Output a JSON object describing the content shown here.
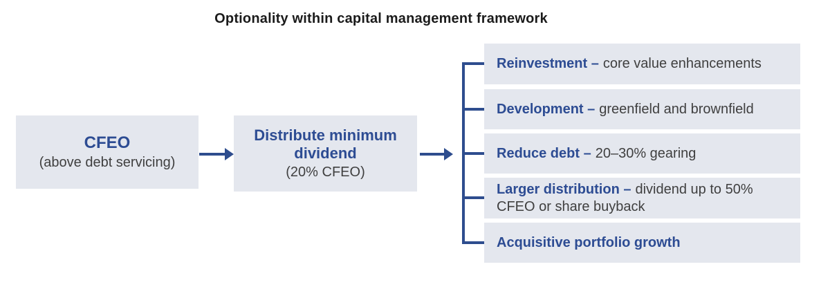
{
  "title": "Optionality within capital management framework",
  "flow": {
    "source_box": {
      "title": "CFEO",
      "subtitle": "(above debt servicing)"
    },
    "middle_box": {
      "title": "Distribute minimum dividend",
      "subtitle": "(20% CFEO)"
    }
  },
  "options": [
    {
      "label": "Reinvestment –",
      "description": "core value enhancements"
    },
    {
      "label": "Development –",
      "description": "greenfield and brownfield"
    },
    {
      "label": "Reduce debt –",
      "description": "20–30% gearing"
    },
    {
      "label": "Larger distribution –",
      "description": "dividend up to 50% CFEO or share buyback"
    },
    {
      "label": "Acquisitive portfolio growth",
      "description": ""
    }
  ],
  "colors": {
    "accent_blue": "#2d4c93",
    "line_blue": "#2e4d8e",
    "box_fill": "#e4e7ee",
    "body_gray": "#3f3f3f",
    "title_color": "#1b1b1b"
  }
}
